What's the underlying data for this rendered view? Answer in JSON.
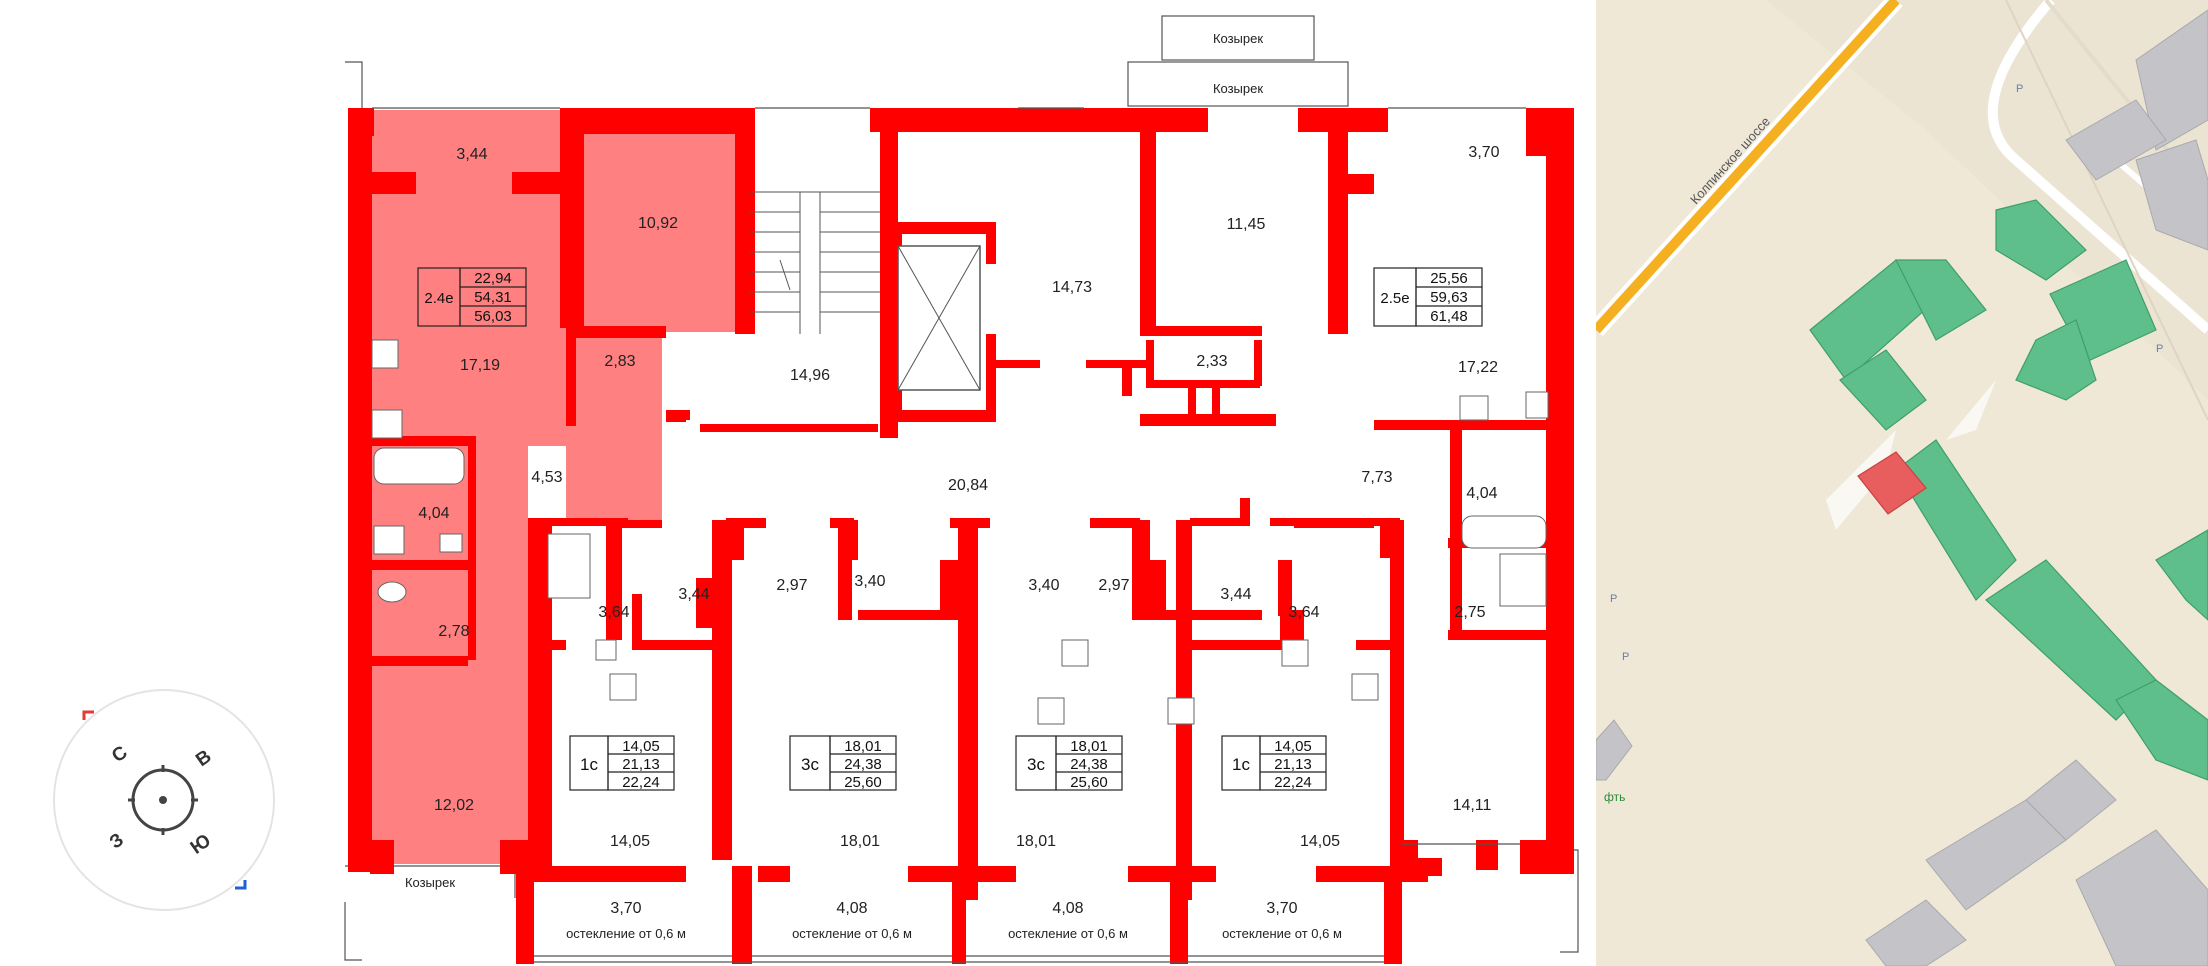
{
  "plan": {
    "canopies": [
      "Козырек",
      "Козырек",
      "Козырек"
    ],
    "highlighted_apartment": {
      "code": "2.4е",
      "living": "22,94",
      "total": "54,31",
      "total_with_balcony": "56,03",
      "rooms": [
        "3,44",
        "10,92",
        "17,19",
        "2,83",
        "4,53",
        "4,04",
        "2,78",
        "12,02"
      ]
    },
    "apartment_25e": {
      "code": "2.5е",
      "living": "25,56",
      "total": "59,63",
      "total_with_balcony": "61,48",
      "rooms": [
        "3,70",
        "11,45",
        "17,22",
        "2,33",
        "7,73",
        "4,04",
        "2,75",
        "14,11"
      ]
    },
    "common_areas": [
      "14,73",
      "14,96",
      "20,84"
    ],
    "bottom_apartments": [
      {
        "code": "1с",
        "living": "14,05",
        "total": "21,13",
        "total_with_balcony": "22,24",
        "rooms": [
          "3,64",
          "3,44",
          "14,05"
        ],
        "balcony": "3,70",
        "glazing": "остекление от 0,6 м"
      },
      {
        "code": "3с",
        "living": "18,01",
        "total": "24,38",
        "total_with_balcony": "25,60",
        "rooms": [
          "2,97",
          "3,40",
          "18,01"
        ],
        "balcony": "4,08",
        "glazing": "остекление от 0,6 м"
      },
      {
        "code": "3с",
        "living": "18,01",
        "total": "24,38",
        "total_with_balcony": "25,60",
        "rooms": [
          "3,40",
          "2,97",
          "18,01"
        ],
        "balcony": "4,08",
        "glazing": "остекление от 0,6 м"
      },
      {
        "code": "1с",
        "living": "14,05",
        "total": "21,13",
        "total_with_balcony": "22,24",
        "rooms": [
          "3,44",
          "3,64",
          "14,05"
        ],
        "balcony": "3,70",
        "glazing": "остекление от 0,6 м"
      }
    ]
  },
  "compass": {
    "north": "С",
    "east": "В",
    "south": "Ю",
    "west": "З"
  },
  "map": {
    "road_label": "Колпинское шоссе",
    "poi_label": "фть",
    "parking_marker": "P"
  },
  "colors": {
    "wall": "#ff0000",
    "highlight": "#ff8080",
    "map_bg": "#efe8d6",
    "road": "#f5b022",
    "building_green": "#5fbf8c",
    "building_grey": "#c4c4c8",
    "selected": "#e85d5d"
  }
}
